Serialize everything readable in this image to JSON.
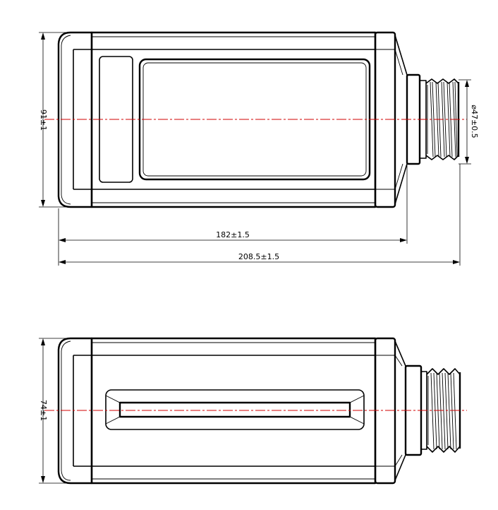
{
  "dimensions": {
    "height_top": "91±1",
    "neck_diameter": "⌀47±0.5",
    "body_length": "182±1.5",
    "overall_length": "208.5±1.5",
    "height_bottom": "74±1"
  },
  "colors": {
    "outline": "#000000",
    "centerline": "#d00000",
    "background": "#ffffff"
  }
}
